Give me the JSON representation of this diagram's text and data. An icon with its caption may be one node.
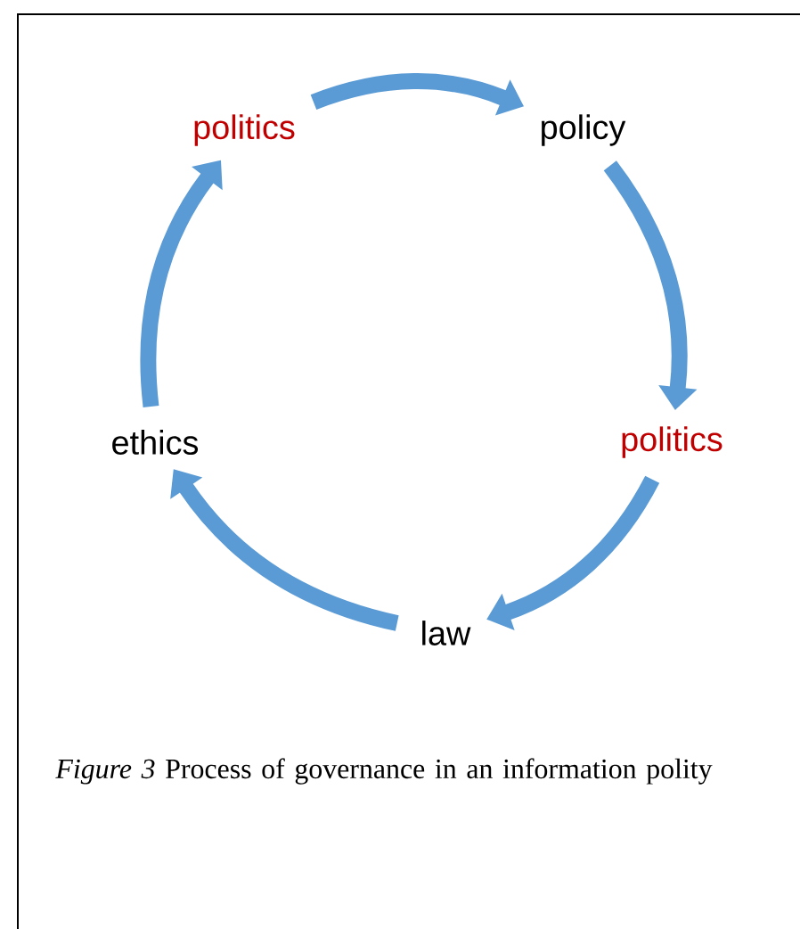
{
  "diagram": {
    "caption": "*Figure 3* Process of governance in an information polity",
    "nodes": [
      {
        "text": [
          "politics"
        ]
      },
      {
        "text": [
          "policy"
        ]
      },
      {
        "text": [
          "politics"
        ]
      },
      {
        "text": [
          "law"
        ]
      },
      {
        "text": [
          "ethics"
        ]
      }
    ],
    "edges": [
      {
        "from": 0,
        "to": 1,
        "arrow": "to"
      },
      {
        "from": 1,
        "to": 2,
        "arrow": "to"
      },
      {
        "from": 2,
        "to": 3,
        "arrow": "to"
      },
      {
        "from": 3,
        "to": 4,
        "arrow": "to"
      },
      {
        "from": 4,
        "to": 0,
        "arrow": "to"
      }
    ]
  }
}
